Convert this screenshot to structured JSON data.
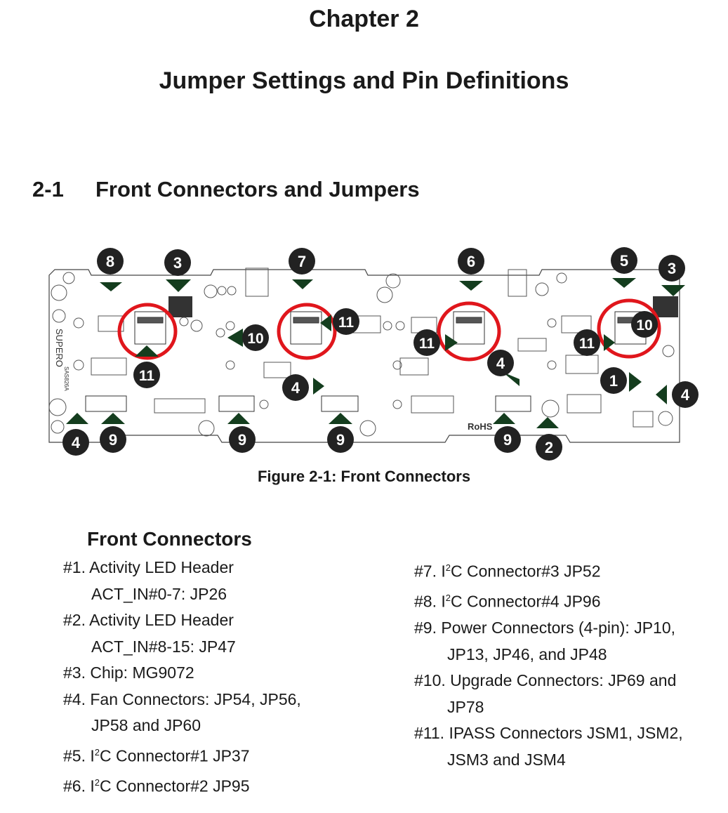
{
  "chapter": "Chapter 2",
  "title": "Jumper Settings and Pin Definitions",
  "section": {
    "number": "2-1",
    "label": "Front Connectors and Jumpers"
  },
  "figure": {
    "caption": "Figure 2-1: Front Connectors",
    "board_text": {
      "logo": "SUPERO",
      "model": "SAS826A",
      "rohs": "RoHS"
    },
    "callouts": [
      "8",
      "3",
      "7",
      "6",
      "5",
      "3",
      "11",
      "10",
      "11",
      "11",
      "11",
      "10",
      "1",
      "4",
      "4",
      "4",
      "9",
      "9",
      "9",
      "9",
      "4",
      "2"
    ]
  },
  "connectors": {
    "heading": "Front Connectors",
    "items": [
      {
        "main": "#1. Activity LED Header",
        "sub": "ACT_IN#0-7: JP26"
      },
      {
        "main": "#2. Activity LED Header",
        "sub": "ACT_IN#8-15: JP47"
      },
      {
        "main": "#3. Chip: MG9072",
        "sub": ""
      },
      {
        "main": "#4. Fan Connectors: JP54, JP56,",
        "sub": "JP58 and JP60"
      },
      {
        "main_pre": "#5. I",
        "main_post": "C Connector#1 JP37",
        "sup": "2"
      },
      {
        "main_pre": "#6. I",
        "main_post": "C Connector#2 JP95",
        "sup": "2"
      },
      {
        "main_pre": "#7. I",
        "main_post": "C Connector#3 JP52",
        "sup": "2"
      },
      {
        "main_pre": "#8. I",
        "main_post": "C Connector#4 JP96",
        "sup": "2"
      },
      {
        "main": "#9. Power Connectors (4-pin): JP10,",
        "sub": "JP13, JP46, and JP48"
      },
      {
        "main": "#10. Upgrade Connectors: JP69 and",
        "sub": "JP78"
      },
      {
        "main": "#11. IPASS Connectors JSM1, JSM2,",
        "sub": "JSM3 and JSM4"
      }
    ]
  }
}
